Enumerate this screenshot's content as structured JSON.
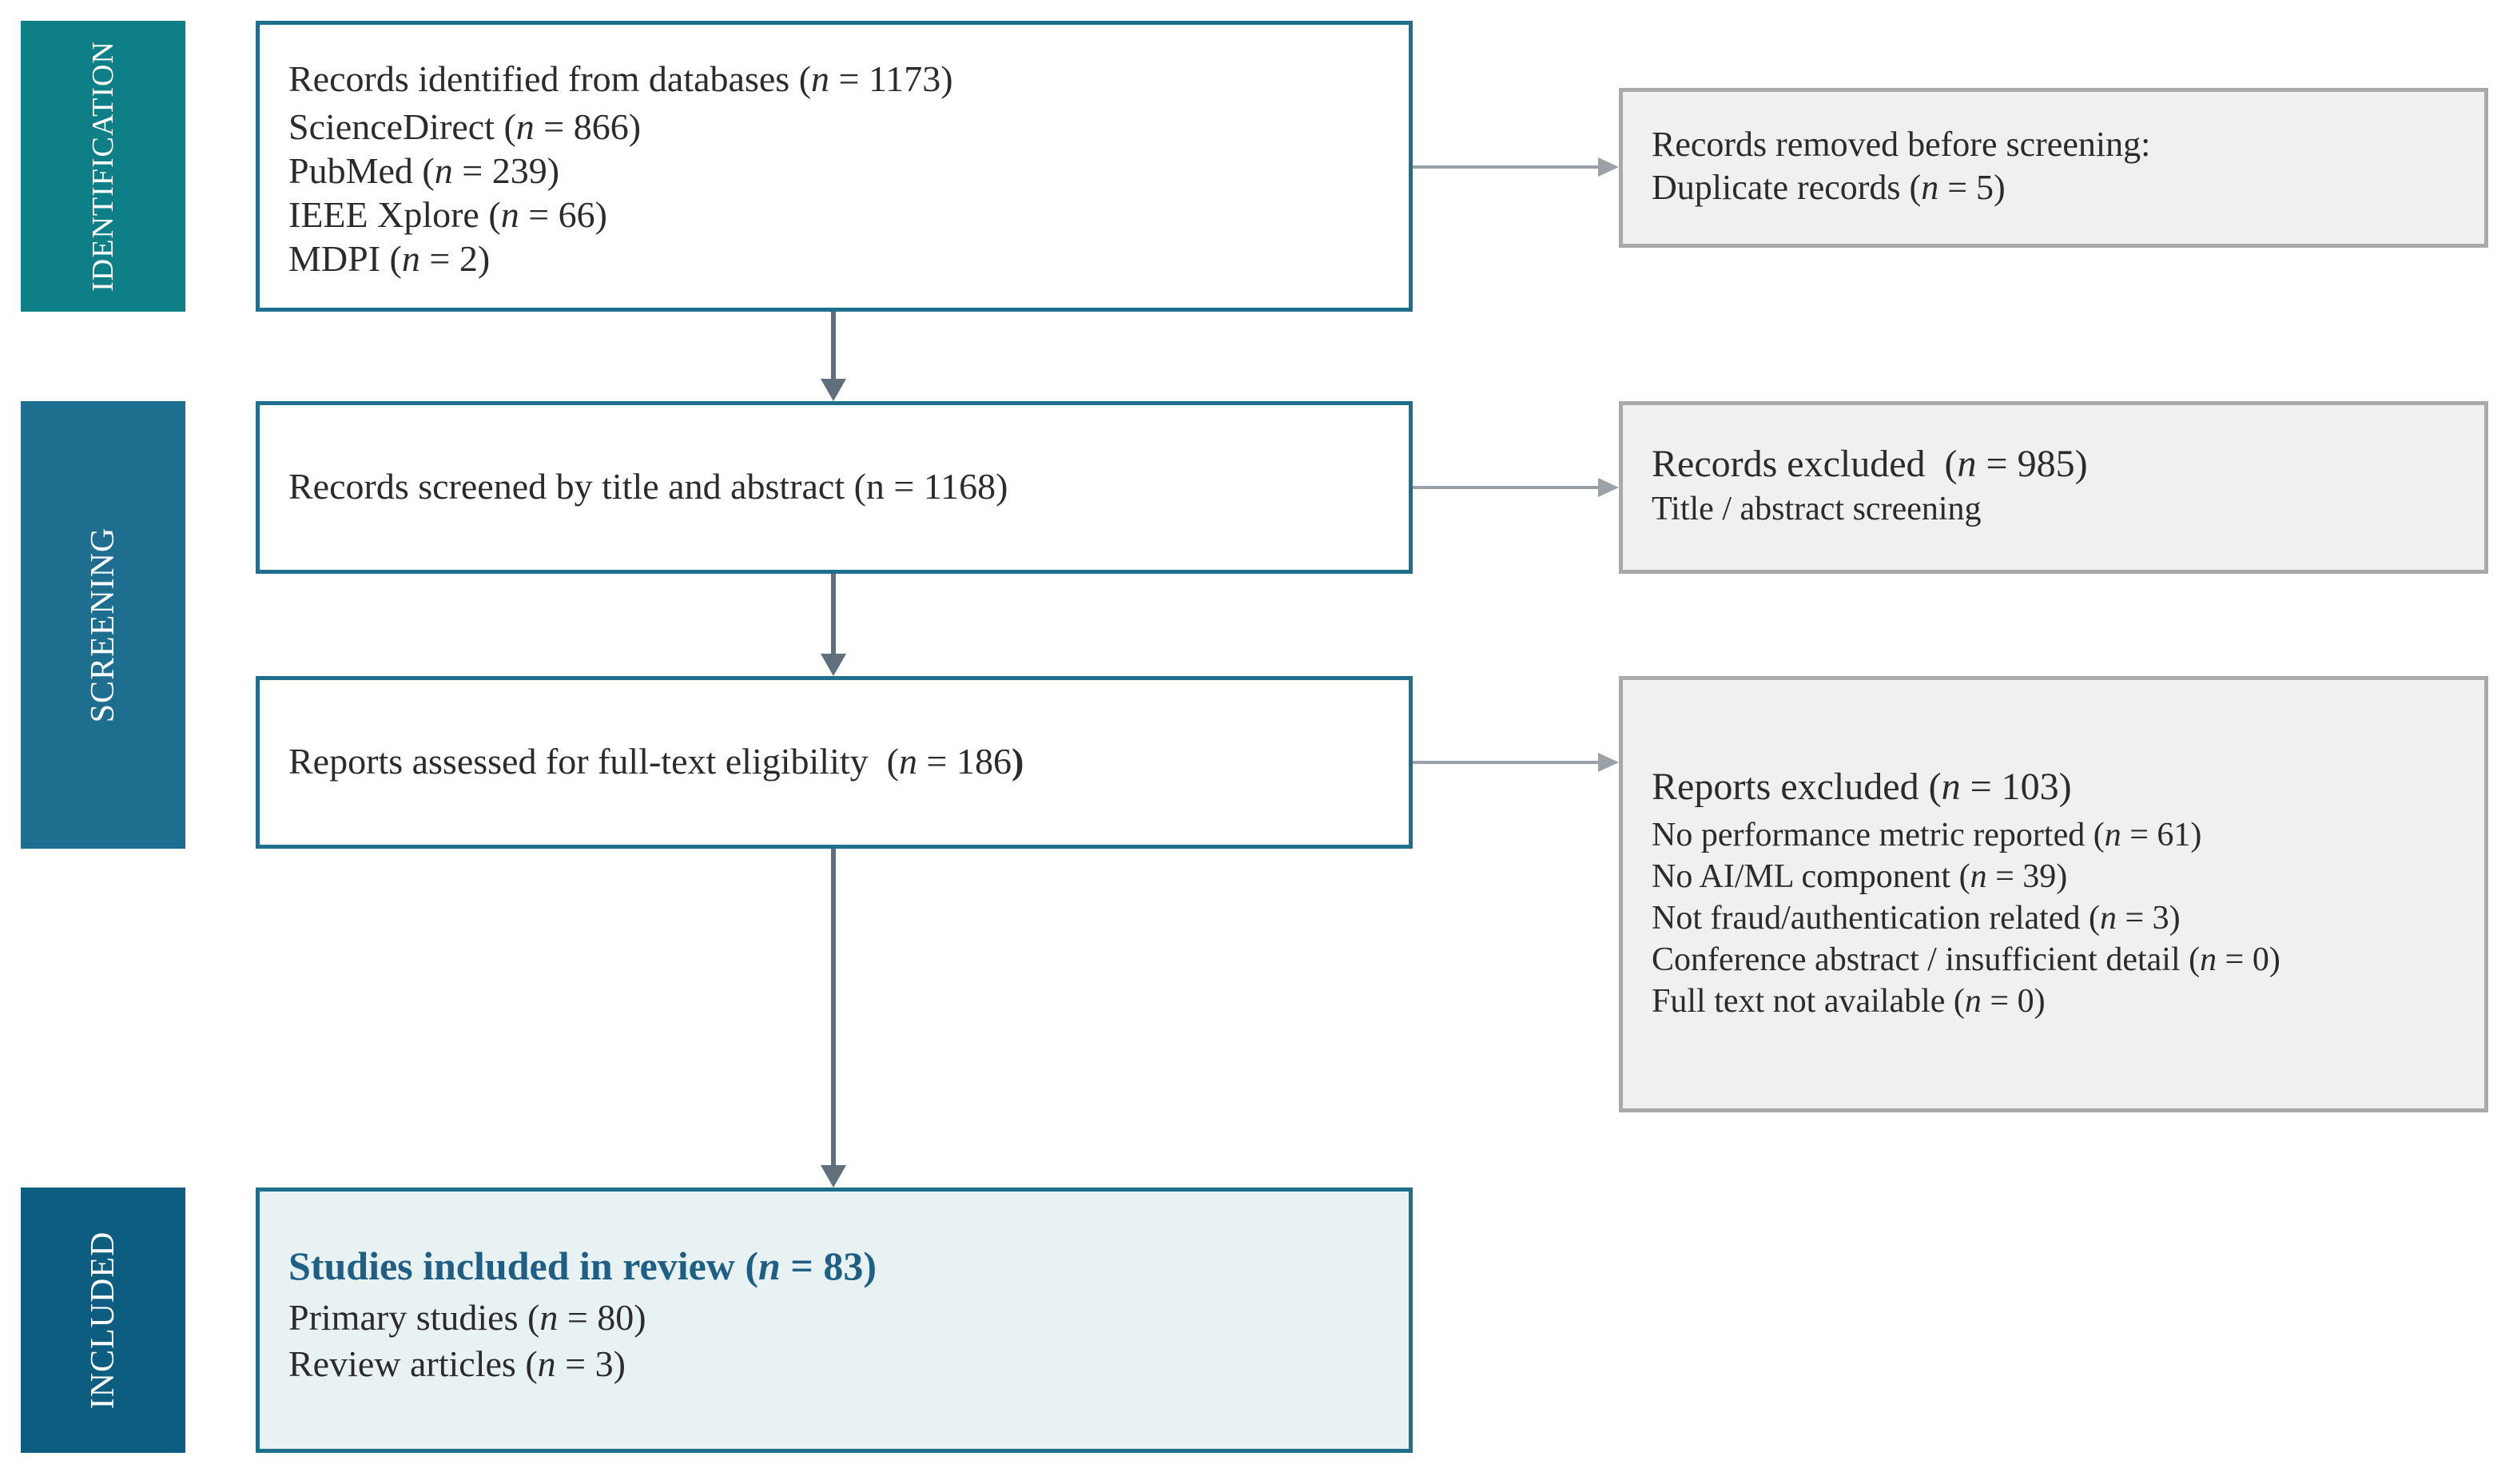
{
  "phases": {
    "identification": "IDENTIFICATION",
    "screening": "SCREENING",
    "included": "INCLUDED"
  },
  "identification_box": {
    "title": "Records identified  from databases",
    "title_n": "1173",
    "sources": [
      {
        "name": "ScienceDirect",
        "n": "866"
      },
      {
        "name": "PubMed",
        "n": "239"
      },
      {
        "name": "IEEE Xplore",
        "n": "66"
      },
      {
        "name": "MDPI",
        "n": "2"
      }
    ]
  },
  "removed_box": {
    "line1": "Records removed before screening:",
    "line2": "Duplicate records",
    "n": "5"
  },
  "screening_box": {
    "text": "Records screened by title and abstract (n = 1168)"
  },
  "excluded_box": {
    "title": "Records excluded",
    "n": "985",
    "subtitle": "Title / abstract screening"
  },
  "assessed_box": {
    "text": "Reports assessed for full-text eligibility",
    "n": "186"
  },
  "reports_excluded_box": {
    "title": "Reports excluded",
    "n": "103",
    "reasons": [
      {
        "label": "No performance metric reported",
        "n": "61"
      },
      {
        "label": "No AI/ML component",
        "n": "39"
      },
      {
        "label": "Not fraud/authentication related",
        "n": "3"
      },
      {
        "label": "Conference abstract / insufficient detail",
        "n": "0"
      },
      {
        "label": "Full text not available",
        "n": "0"
      }
    ]
  },
  "included_box": {
    "title": "Studies included  in review",
    "n": "83",
    "items": [
      {
        "label": "Primary studies",
        "n": "80"
      },
      {
        "label": "Review articles",
        "n": "3"
      }
    ]
  },
  "symbols": {
    "n": "n",
    "eq": " = "
  },
  "colors": {
    "identification": "#0e7f87",
    "screening": "#1e6e90",
    "included": "#0d5d80",
    "main_border": "#1f6e8c",
    "side_border": "#a9a9a9",
    "side_fill": "#f0f0f0",
    "included_fill": "#e8f2f3",
    "arrow_down": "#5f6f7c",
    "arrow_side": "#9aa1a7"
  }
}
